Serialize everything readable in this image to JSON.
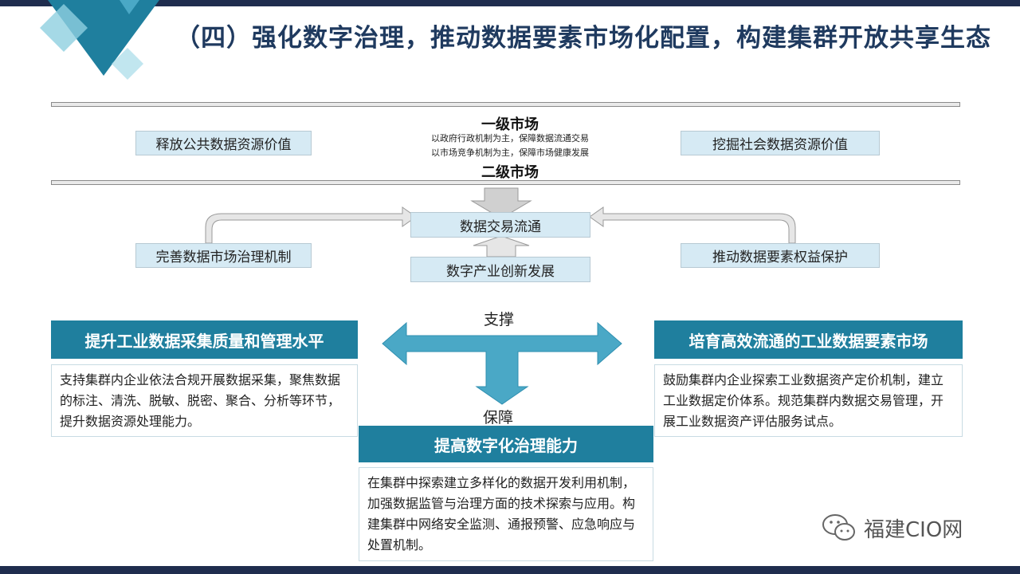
{
  "title": "（四）强化数字治理，推动数据要素市场化配置，构建集群开放共享生态",
  "market": {
    "primary": "一级市场",
    "note1": "以政府行政机制为主，保障数据流通交易",
    "note2": "以市场竞争机制为主，保障市场健康发展",
    "secondary": "二级市场"
  },
  "boxes": {
    "left_top": "释放公共数据资源价值",
    "right_top": "挖掘社会数据资源价值",
    "center": "数据交易流通",
    "center_bottom": "数字产业创新发展",
    "left_mid": "完善数据市场治理机制",
    "right_mid": "推动数据要素权益保护"
  },
  "labels": {
    "support": "支撑",
    "guarantee": "保障"
  },
  "panels": {
    "left": {
      "heading": "提升工业数据采集质量和管理水平",
      "body": "支持集群内企业依法合规开展数据采集，聚焦数据的标注、清洗、脱敏、脱密、聚合、分析等环节，提升数据资源处理能力。"
    },
    "right": {
      "heading": "培育高效流通的工业数据要素市场",
      "body": "鼓励集群内企业探索工业数据资产定价机制，建立工业数据定价体系。规范集群内数据交易管理，开展工业数据资产评估服务试点。"
    },
    "bottom": {
      "heading": "提高数字化治理能力",
      "body": "在集群中探索建立多样化的数据开发利用机制，加强数据监管与治理方面的技术探索与应用。构建集群中网络安全监测、通报预警、应急响应与处置机制。"
    }
  },
  "watermark": "福建CIO网",
  "colors": {
    "navy": "#1f2d4e",
    "teal": "#1f7f9e",
    "light_blue": "#d6eaf4",
    "arrow_blue": "#4aa8c6",
    "title": "#1f3a5f"
  }
}
